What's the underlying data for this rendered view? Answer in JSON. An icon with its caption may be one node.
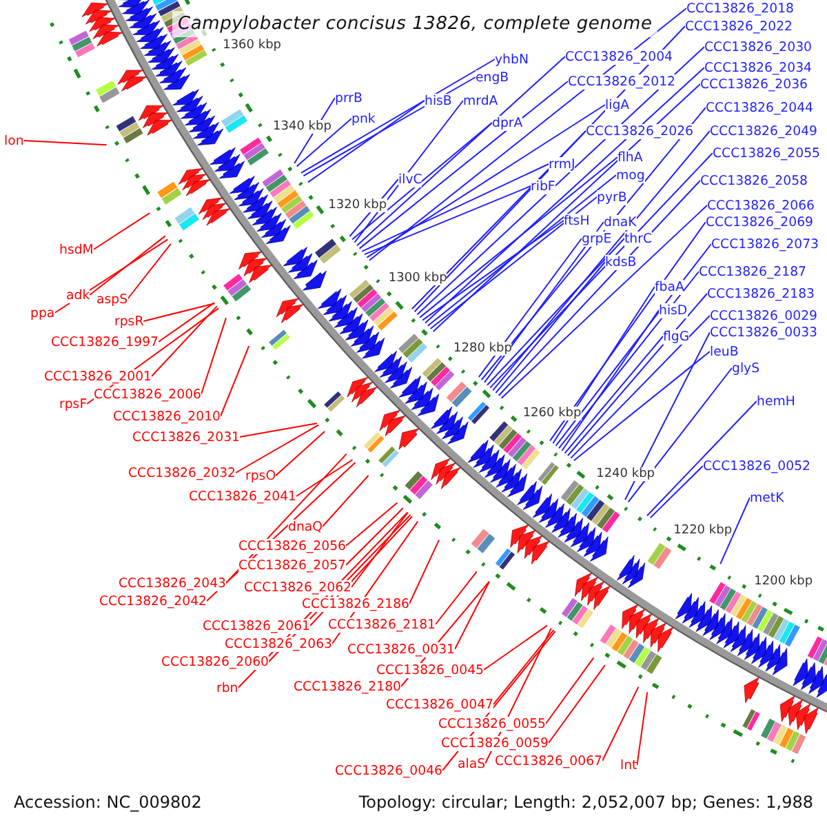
{
  "diagram": {
    "title": "Campylobacter concisus 13826, complete genome",
    "nodes": [
      {
        "text": [
          "CCC13826_2018"
        ]
      },
      {
        "text": [
          "CCC13826_2022"
        ]
      },
      {
        "text": [
          "CCC13826_2030"
        ]
      },
      {
        "text": [
          "CCC13826_2004"
        ]
      },
      {
        "text": [
          "yhbN"
        ]
      },
      {
        "text": [
          "CCC13826_2034"
        ]
      },
      {
        "text": [
          "engB"
        ]
      },
      {
        "text": [
          "CCC13826_2012"
        ]
      },
      {
        "text": [
          "CCC13826_2036"
        ]
      },
      {
        "text": [
          "prrB"
        ]
      },
      {
        "text": [
          "hisB"
        ]
      },
      {
        "text": [
          "mrdA"
        ]
      },
      {
        "text": [
          "ligA"
        ]
      },
      {
        "text": [
          "CCC13826_2044"
        ]
      },
      {
        "text": [
          "pnk"
        ]
      },
      {
        "text": [
          "dprA"
        ]
      },
      {
        "text": [
          "CCC13826_2026"
        ]
      },
      {
        "text": [
          "CCC13826_2049"
        ]
      },
      {
        "text": [
          "lon"
        ]
      },
      {
        "text": [
          "CCC13826_2055"
        ]
      },
      {
        "text": [
          "flhA"
        ]
      },
      {
        "text": [
          "rrmJ"
        ]
      },
      {
        "text": [
          "mog"
        ]
      },
      {
        "text": [
          "ilvC"
        ]
      },
      {
        "text": [
          "CCC13826_2058"
        ]
      },
      {
        "text": [
          "ribF"
        ]
      },
      {
        "text": [
          "pyrB"
        ]
      },
      {
        "text": [
          "CCC13826_2066"
        ]
      },
      {
        "text": [
          "ftsH"
        ]
      },
      {
        "text": [
          "dnaK"
        ]
      },
      {
        "text": [
          "CCC13826_2069"
        ]
      },
      {
        "text": [
          "grpE"
        ]
      },
      {
        "text": [
          "thrC"
        ]
      },
      {
        "text": [
          "CCC13826_2073"
        ]
      },
      {
        "text": [
          "hsdM"
        ]
      },
      {
        "text": [
          "kdsB"
        ]
      },
      {
        "text": [
          "CCC13826_2187"
        ]
      },
      {
        "text": [
          "fbaA"
        ]
      },
      {
        "text": [
          "CCC13826_2183"
        ]
      },
      {
        "text": [
          "adk"
        ]
      },
      {
        "text": [
          "aspS"
        ]
      },
      {
        "text": [
          "hisD"
        ]
      },
      {
        "text": [
          "ppa"
        ]
      },
      {
        "text": [
          "CCC13826_0029"
        ]
      },
      {
        "text": [
          "rpsR"
        ]
      },
      {
        "text": [
          "CCC13826_0033"
        ]
      },
      {
        "text": [
          "flgG"
        ]
      },
      {
        "text": [
          "CCC13826_1997"
        ]
      },
      {
        "text": [
          "leuB"
        ]
      },
      {
        "text": [
          "glyS"
        ]
      },
      {
        "text": [
          "CCC13826_2001"
        ]
      },
      {
        "text": [
          "CCC13826_2006"
        ]
      },
      {
        "text": [
          "hemH"
        ]
      },
      {
        "text": [
          "rpsF"
        ]
      },
      {
        "text": [
          "CCC13826_2010"
        ]
      },
      {
        "text": [
          "CCC13826_2031"
        ]
      },
      {
        "text": [
          "CCC13826_0052"
        ]
      },
      {
        "text": [
          "CCC13826_2032"
        ]
      },
      {
        "text": [
          "rpsO"
        ]
      },
      {
        "text": [
          "CCC13826_2041"
        ]
      },
      {
        "text": [
          "metK"
        ]
      },
      {
        "text": [
          "dnaQ"
        ]
      },
      {
        "text": [
          "CCC13826_2056"
        ]
      },
      {
        "text": [
          "CCC13826_2057"
        ]
      },
      {
        "text": [
          "CCC13826_2043"
        ]
      },
      {
        "text": [
          "CCC13826_2062"
        ]
      },
      {
        "text": [
          "CCC13826_2042"
        ]
      },
      {
        "text": [
          "CCC13826_2186"
        ]
      },
      {
        "text": [
          "CCC13826_2061"
        ]
      },
      {
        "text": [
          "CCC13826_2181"
        ]
      },
      {
        "text": [
          "CCC13826_2063"
        ]
      },
      {
        "text": [
          "CCC13826_0031"
        ]
      },
      {
        "text": [
          "CCC13826_2060"
        ]
      },
      {
        "text": [
          "CCC13826_0045"
        ]
      },
      {
        "text": [
          "rbn"
        ]
      },
      {
        "text": [
          "CCC13826_2180"
        ]
      },
      {
        "text": [
          "CCC13826_0047"
        ]
      },
      {
        "text": [
          "CCC13826_0055"
        ]
      },
      {
        "text": [
          "CCC13826_0059"
        ]
      },
      {
        "text": [
          "alaS"
        ]
      },
      {
        "text": [
          "CCC13826_0067"
        ]
      },
      {
        "text": [
          "lnt"
        ]
      },
      {
        "text": [
          "CCC13826_0046"
        ]
      }
    ],
    "edges": [
      {
        "from": 0,
        "to": null,
        "arrow": "none"
      },
      {
        "from": 1,
        "to": null,
        "arrow": "none"
      },
      {
        "from": 2,
        "to": null,
        "arrow": "none"
      },
      {
        "from": 3,
        "to": null,
        "arrow": "none"
      },
      {
        "from": 4,
        "to": null,
        "arrow": "none"
      },
      {
        "from": 5,
        "to": null,
        "arrow": "none"
      },
      {
        "from": 6,
        "to": null,
        "arrow": "none"
      },
      {
        "from": 7,
        "to": null,
        "arrow": "none"
      },
      {
        "from": 8,
        "to": null,
        "arrow": "none"
      },
      {
        "from": 9,
        "to": null,
        "arrow": "none"
      },
      {
        "from": 10,
        "to": null,
        "arrow": "none"
      },
      {
        "from": 11,
        "to": null,
        "arrow": "none"
      },
      {
        "from": 12,
        "to": null,
        "arrow": "none"
      },
      {
        "from": 13,
        "to": null,
        "arrow": "none"
      },
      {
        "from": 14,
        "to": null,
        "arrow": "none"
      },
      {
        "from": 15,
        "to": null,
        "arrow": "none"
      },
      {
        "from": 16,
        "to": null,
        "arrow": "none"
      },
      {
        "from": 17,
        "to": null,
        "arrow": "none"
      },
      {
        "from": 18,
        "to": null,
        "arrow": "none",
        "color": "#ff0000"
      },
      {
        "from": 19,
        "to": null,
        "arrow": "none"
      },
      {
        "from": 20,
        "to": null,
        "arrow": "none"
      },
      {
        "from": 21,
        "to": null,
        "arrow": "none"
      },
      {
        "from": 22,
        "to": null,
        "arrow": "none"
      },
      {
        "from": 23,
        "to": null,
        "arrow": "none"
      },
      {
        "from": 24,
        "to": null,
        "arrow": "none"
      },
      {
        "from": 25,
        "to": null,
        "arrow": "none"
      },
      {
        "from": 26,
        "to": null,
        "arrow": "none"
      },
      {
        "from": 27,
        "to": null,
        "arrow": "none"
      },
      {
        "from": 28,
        "to": null,
        "arrow": "none"
      },
      {
        "from": 29,
        "to": null,
        "arrow": "none"
      },
      {
        "from": 30,
        "to": null,
        "arrow": "none"
      },
      {
        "from": 31,
        "to": null,
        "arrow": "none"
      },
      {
        "from": 32,
        "to": null,
        "arrow": "none"
      },
      {
        "from": 33,
        "to": null,
        "arrow": "none"
      },
      {
        "from": 34,
        "to": null,
        "arrow": "none",
        "color": "#ff0000"
      },
      {
        "from": 35,
        "to": null,
        "arrow": "none"
      },
      {
        "from": 36,
        "to": null,
        "arrow": "none"
      },
      {
        "from": 37,
        "to": null,
        "arrow": "none"
      },
      {
        "from": 38,
        "to": null,
        "arrow": "none"
      },
      {
        "from": 39,
        "to": null,
        "arrow": "none",
        "color": "#ff0000"
      },
      {
        "from": 40,
        "to": null,
        "arrow": "none",
        "color": "#ff0000"
      },
      {
        "from": 41,
        "to": null,
        "arrow": "none"
      },
      {
        "from": 42,
        "to": null,
        "arrow": "none",
        "color": "#ff0000"
      },
      {
        "from": 43,
        "to": null,
        "arrow": "none"
      },
      {
        "from": 44,
        "to": null,
        "arrow": "none",
        "color": "#ff0000"
      },
      {
        "from": 45,
        "to": null,
        "arrow": "none"
      },
      {
        "from": 46,
        "to": null,
        "arrow": "none"
      },
      {
        "from": 47,
        "to": null,
        "arrow": "none",
        "color": "#ff0000"
      },
      {
        "from": 48,
        "to": null,
        "arrow": "none"
      },
      {
        "from": 49,
        "to": null,
        "arrow": "none"
      },
      {
        "from": 50,
        "to": null,
        "arrow": "none",
        "color": "#ff0000"
      },
      {
        "from": 51,
        "to": null,
        "arrow": "none",
        "color": "#ff0000"
      },
      {
        "from": 52,
        "to": null,
        "arrow": "none"
      },
      {
        "from": 53,
        "to": null,
        "arrow": "none",
        "color": "#ff0000"
      },
      {
        "from": 54,
        "to": null,
        "arrow": "none",
        "color": "#ff0000"
      },
      {
        "from": 55,
        "to": null,
        "arrow": "none",
        "color": "#ff0000"
      },
      {
        "from": 56,
        "to": null,
        "arrow": "none"
      },
      {
        "from": 57,
        "to": null,
        "arrow": "none",
        "color": "#ff0000"
      },
      {
        "from": 58,
        "to": null,
        "arrow": "none",
        "color": "#ff0000"
      },
      {
        "from": 59,
        "to": null,
        "arrow": "none",
        "color": "#ff0000"
      },
      {
        "from": 60,
        "to": null,
        "arrow": "none"
      },
      {
        "from": 61,
        "to": null,
        "arrow": "none",
        "color": "#ff0000"
      },
      {
        "from": 62,
        "to": null,
        "arrow": "none",
        "color": "#ff0000"
      },
      {
        "from": 63,
        "to": null,
        "arrow": "none",
        "color": "#ff0000"
      },
      {
        "from": 64,
        "to": null,
        "arrow": "none",
        "color": "#ff0000"
      },
      {
        "from": 65,
        "to": null,
        "arrow": "none",
        "color": "#ff0000"
      },
      {
        "from": 66,
        "to": null,
        "arrow": "none",
        "color": "#ff0000"
      },
      {
        "from": 67,
        "to": null,
        "arrow": "none",
        "color": "#ff0000"
      },
      {
        "from": 68,
        "to": null,
        "arrow": "none",
        "color": "#ff0000"
      },
      {
        "from": 69,
        "to": null,
        "arrow": "none",
        "color": "#ff0000"
      },
      {
        "from": 70,
        "to": null,
        "arrow": "none",
        "color": "#ff0000"
      },
      {
        "from": 71,
        "to": null,
        "arrow": "none",
        "color": "#ff0000"
      },
      {
        "from": 72,
        "to": null,
        "arrow": "none",
        "color": "#ff0000"
      },
      {
        "from": 73,
        "to": null,
        "arrow": "none",
        "color": "#ff0000"
      },
      {
        "from": 74,
        "to": null,
        "arrow": "none",
        "color": "#ff0000"
      },
      {
        "from": 75,
        "to": null,
        "arrow": "none",
        "color": "#ff0000"
      },
      {
        "from": 76,
        "to": null,
        "arrow": "none",
        "color": "#ff0000"
      },
      {
        "from": 77,
        "to": null,
        "arrow": "none",
        "color": "#ff0000"
      },
      {
        "from": 78,
        "to": null,
        "arrow": "none",
        "color": "#ff0000"
      },
      {
        "from": 79,
        "to": null,
        "arrow": "none",
        "color": "#ff0000"
      },
      {
        "from": 80,
        "to": null,
        "arrow": "none",
        "color": "#ff0000"
      },
      {
        "from": 81,
        "to": null,
        "arrow": "none",
        "color": "#ff0000"
      },
      {
        "from": 82,
        "to": null,
        "arrow": "none",
        "color": "#ff0000"
      }
    ],
    "labels": [
      "1360 kbp",
      "1340 kbp",
      "1320 kbp",
      "1300 kbp",
      "1280 kbp",
      "1260 kbp",
      "1240 kbp",
      "1220 kbp",
      "1200 kbp",
      "Accession: NC_009802",
      "Topology: circular; Length: 2,052,007 bp; Genes: 1,988"
    ]
  }
}
